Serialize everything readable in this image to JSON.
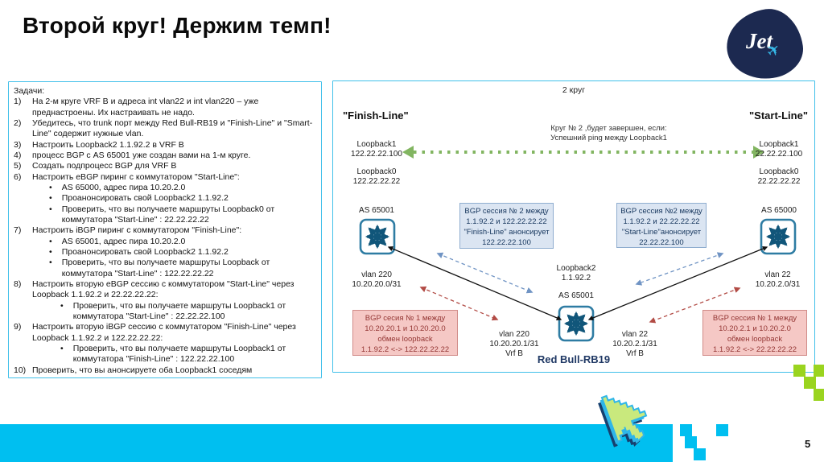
{
  "slide": {
    "title": "Второй круг! Держим темп!",
    "page_number": "5",
    "logo_text": "Jet"
  },
  "colors": {
    "accent_cyan": "#41c0ea",
    "footer_cyan": "#00bff0",
    "deco_green": "#9ad41f",
    "navy": "#1f3864",
    "box_blue": "#dbe5f2",
    "box_pink": "#f5c8c5",
    "arrow_green": "#82b561",
    "arrow_blue": "#7094c4",
    "arrow_red": "#b24b45",
    "switch_blue": "#11567a"
  },
  "tasks": {
    "heading": "Задачи:",
    "items": [
      {
        "num": "1)",
        "text": "На 2-м круге VRF B и адреса int vlan22 и int vlan220 – уже преднастроены. Их настраивать не надо."
      },
      {
        "num": "2)",
        "text": "Убедитесь, что trunk порт между Red Bull-RB19 и \"Finish-Line\" и \"Smart-Line\" содержит нужные vlan."
      },
      {
        "num": "3)",
        "text": "Настроить Loopback2 1.1.92.2 в VRF B"
      },
      {
        "num": "4)",
        "text": "процесс BGP с AS 65001 уже создан вами на 1-м круге."
      },
      {
        "num": "5)",
        "text": "Создать подпроцесс BGP для VRF B"
      },
      {
        "num": "6)",
        "text": "Настроить eBGP пиринг с коммутатором \"Start-Line\":",
        "subs": [
          "AS 65000, адрес пира 10.20.2.0",
          "Проанонсировать свой Loopback2 1.1.92.2",
          "Проверить, что вы получаете маршруты Loopback0 от коммутатора \"Start-Line\" : 22.22.22.22"
        ]
      },
      {
        "num": "7)",
        "text": "Настроить iBGP пиринг с коммутатором \"Finish-Line\":",
        "subs": [
          "AS 65001, адрес пира 10.20.2.0",
          "Проанонсировать свой Loopback2 1.1.92.2",
          "Проверить, что вы получаете маршруты Loopback от коммутатора \"Start-Line\" : 122.22.22.22"
        ]
      },
      {
        "num": "8)",
        "text": "Настроить вторую eBGP сессию с коммутатором \"Start-Line\" через Loopback 1.1.92.2 и 22.22.22.22:",
        "subs": [
          "Проверить, что вы получаете маршруты Loopback1 от коммутатора \"Start-Line\" : 22.22.22.100"
        ]
      },
      {
        "num": "9)",
        "text": "Настроить вторую iBGP сессию с коммутатором \"Finish-Line\" через Loopback 1.1.92.2 и 122.22.22.22:",
        "subs": [
          "Проверить, что вы получаете маршруты Loopback1 от коммутатора \"Finish-Line\" : 122.22.22.100"
        ]
      },
      {
        "num": "10)",
        "text": "Проверить, что вы анонсируете оба Loopback1 соседям"
      }
    ]
  },
  "diagram": {
    "lap_label": "2 круг",
    "condition": {
      "line1": "Круг № 2 ,будет завершен, если:",
      "line2": "Успешний ping между Loopback1"
    },
    "finish": {
      "title": "\"Finish-Line\"",
      "lb1": {
        "l0": "Loopback1",
        "l1": "122.22.22.100"
      },
      "lb0": {
        "l0": "Loopback0",
        "l1": "122.22.22.22"
      },
      "as_label": "AS 65001",
      "intf": {
        "l0": "vlan 220",
        "l1": "10.20.20.0/31"
      }
    },
    "start": {
      "title": "\"Start-Line\"",
      "lb1": {
        "l0": "Loopback1",
        "l1": "22.22.22.100"
      },
      "lb0": {
        "l0": "Loopback0",
        "l1": "22.22.22.22"
      },
      "as_label": "AS 65000",
      "intf": {
        "l0": "vlan 22",
        "l1": "10.20.2.0/31"
      }
    },
    "center": {
      "lb2": {
        "l0": "Loopback2",
        "l1": "1.1.92.2"
      },
      "as_label": "AS 65001",
      "left_if": {
        "l0": "vlan 220",
        "l1": "10.20.20.1/31",
        "l2": "Vrf B"
      },
      "right_if": {
        "l0": "vlan 22",
        "l1": "10.20.2.1/31",
        "l2": "Vrf B"
      },
      "name": "Red Bull-RB19"
    },
    "blue_left": {
      "lines": [
        "BGP сессия № 2  между",
        "1.1.92.2 и 122.22.22.22",
        "\"Finish-Line\" анонсирует",
        "122.22.22.100"
      ]
    },
    "blue_right": {
      "lines": [
        "BGP сессия №2 между",
        "1.1.92.2 и 22.22.22.22",
        "\"Start-Line\"анонсирует",
        "22.22.22.100"
      ]
    },
    "pink_left": {
      "lines": [
        "BGP сесия № 1 между",
        "10.20.20.1 и 10.20.20.0",
        "обмен loopback",
        "1.1.92.2 <-> 122.22.22.22"
      ]
    },
    "pink_right": {
      "lines": [
        "BGP сессия № 1 между",
        "10.20.2.1 и 10.20.2.0",
        "обмен loopback",
        "1.1.92.2 <-> 22.22.22.22"
      ]
    }
  }
}
